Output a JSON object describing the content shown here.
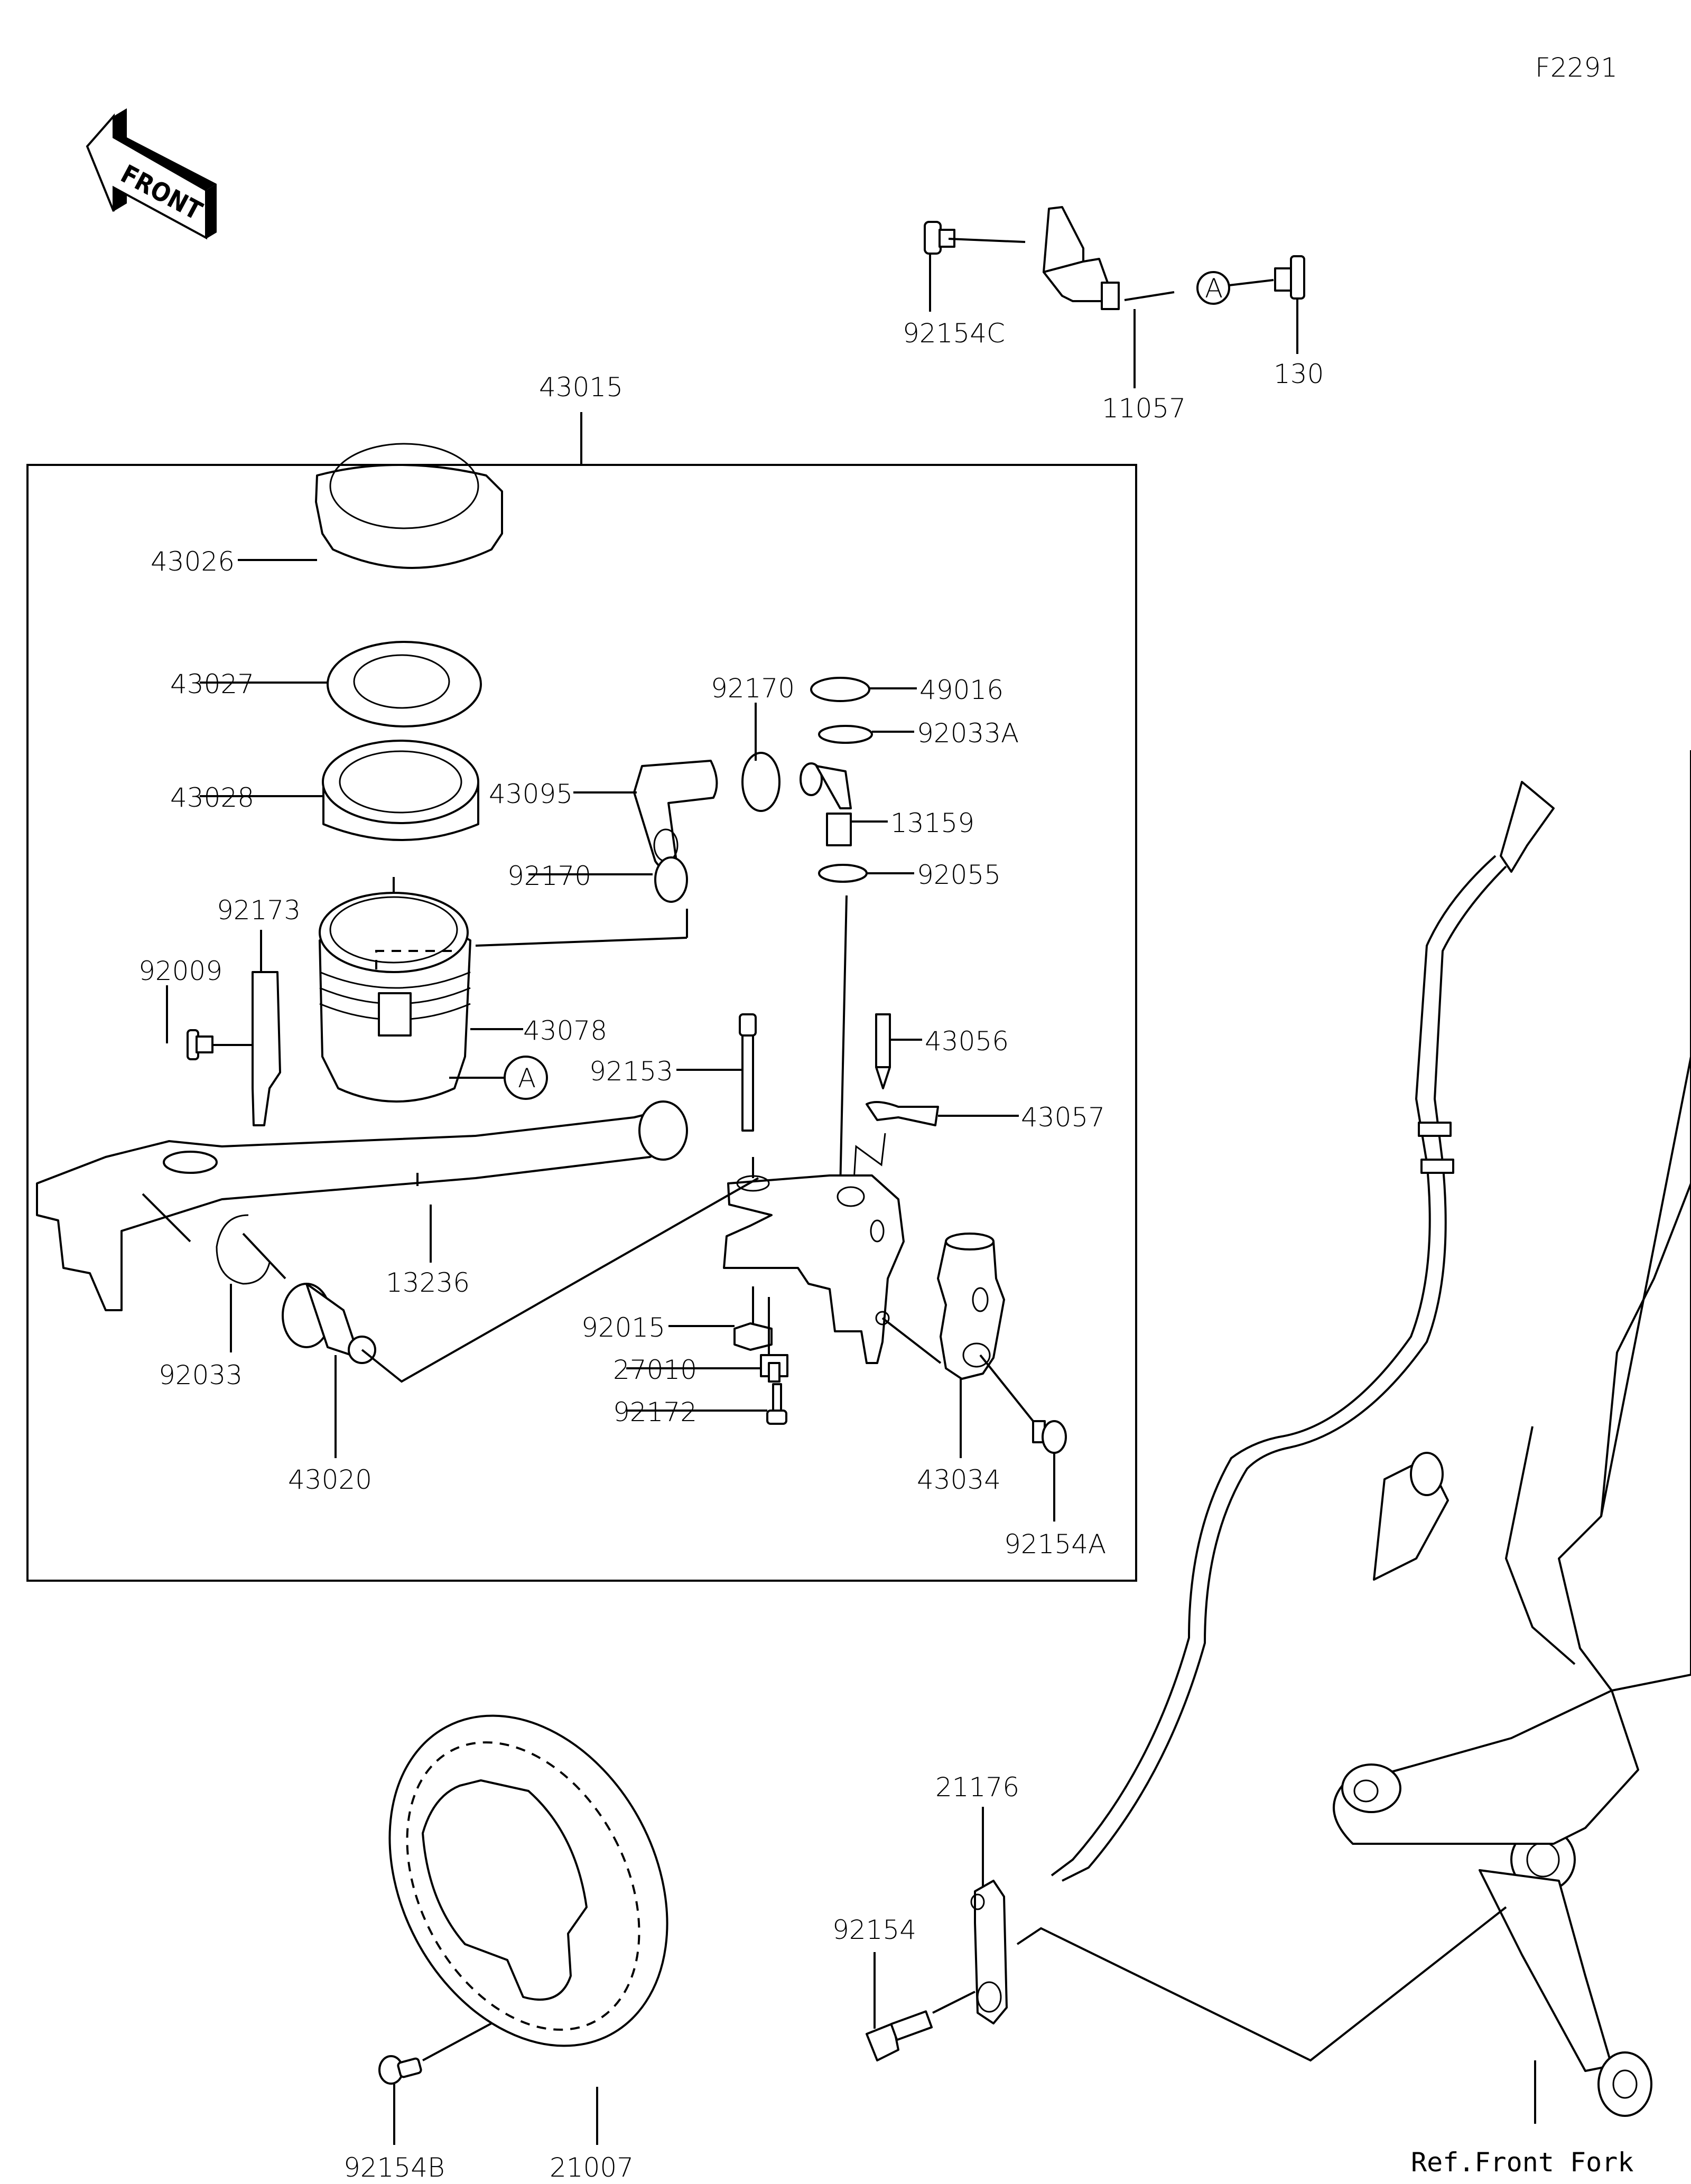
{
  "diagram_id": "F2291",
  "front_arrow_label": "FRONT",
  "assembly_label": "43015",
  "reference_label": "Ref.Front Fork",
  "connector_marker": "A",
  "parts": {
    "p43026": "43026",
    "p43027": "43027",
    "p43028": "43028",
    "p43095": "43095",
    "p92170a": "92170",
    "p92170b": "92170",
    "p49016": "49016",
    "p92033A": "92033A",
    "p13159": "13159",
    "p92055": "92055",
    "p92173": "92173",
    "p92009": "92009",
    "p43078": "43078",
    "p43056": "43056",
    "p92153": "92153",
    "p43057": "43057",
    "p13236": "13236",
    "p92033": "92033",
    "p43020": "43020",
    "p92015": "92015",
    "p27010": "27010",
    "p92172": "92172",
    "p43034": "43034",
    "p92154A": "92154A",
    "p92154C": "92154C",
    "p11057": "11057",
    "p130": "130",
    "p21176": "21176",
    "p92154": "92154",
    "p92154B": "92154B",
    "p21007": "21007"
  }
}
